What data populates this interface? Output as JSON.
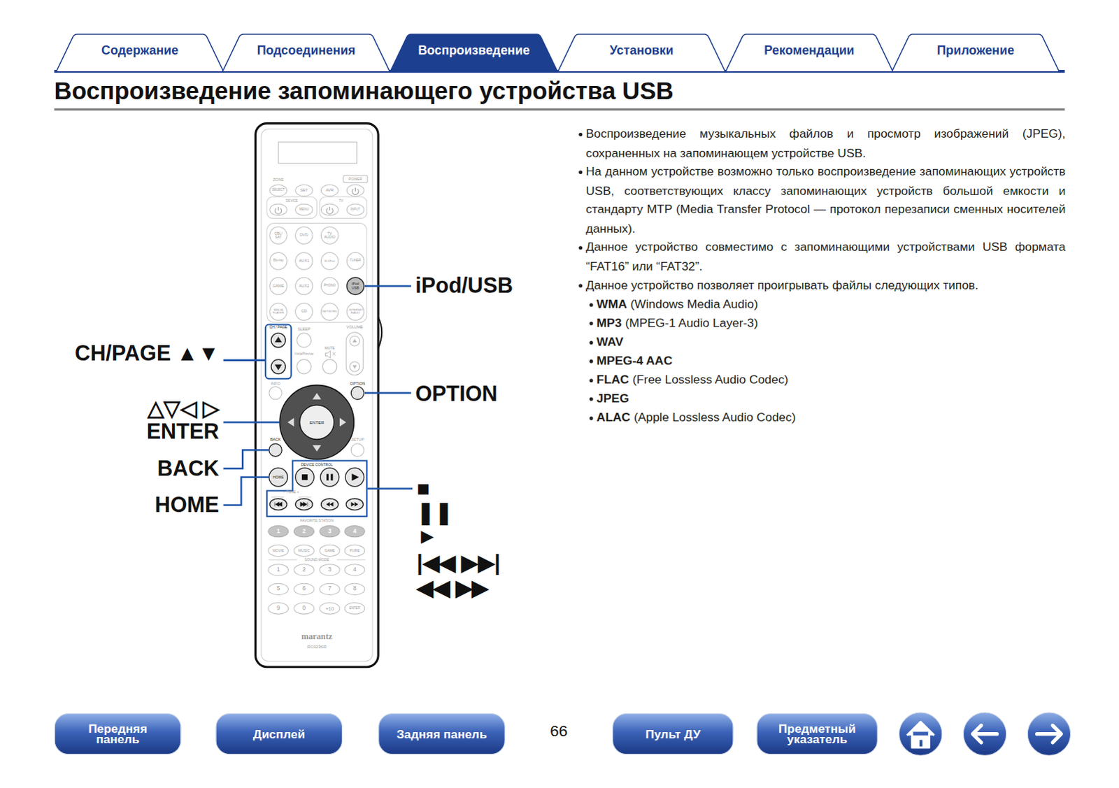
{
  "diagram": {
    "title": "Воспроизведение запоминающего устройства USB",
    "nodes": [
      {
        "text": [
          "Содержание"
        ]
      },
      {
        "text": [
          "Подсоединения"
        ]
      },
      {
        "text": [
          "Воспроизведение"
        ]
      },
      {
        "text": [
          "Установки"
        ]
      },
      {
        "text": [
          "Рекомендации"
        ]
      },
      {
        "text": [
          "Приложение"
        ]
      },
      {
        "text": [
          "Передняя панель"
        ]
      },
      {
        "text": [
          "Дисплей"
        ]
      },
      {
        "text": [
          "Задняя панель"
        ]
      },
      {
        "text": [
          "Пульт ДУ"
        ]
      },
      {
        "text": [
          "Предметный указатель"
        ]
      }
    ],
    "labels": [
      "ZONE",
      "POWER",
      "SELECT",
      "SET",
      "AVR",
      "DEVICE",
      "TV",
      "MENU",
      "INPUT",
      "CBL/ SAT",
      "DVD",
      "TV AUDIO",
      "Blu-ray",
      "AUX1",
      "M-XPort",
      "TUNER",
      "GAME",
      "AUX2",
      "PHONO",
      "iPod USB",
      "MEDIA PLAYER",
      "CD",
      "NETWORK",
      "INTERNET RADIO",
      "CH / PAGE",
      "SLEEP",
      "VOLUME",
      "InstaPrevue",
      "MUTE",
      "INFO",
      "OPTION",
      "ENTER",
      "BACK",
      "SETUP",
      "DEVICE CONTROL",
      "HOME",
      "– TUNE +",
      "FAVORITE STATION",
      "1",
      "2",
      "3",
      "4",
      "MOVIE",
      "MUSIC",
      "GAME",
      "PURE",
      "SOUND MODE",
      "1",
      "2",
      "3",
      "4",
      "5",
      "6",
      "7",
      "8",
      "9",
      "0",
      "+10",
      "ENTER",
      "marantz",
      "RC023SR",
      "iPod/USB",
      "CH/PAGE ▲▼",
      "△▽◁ ▷",
      "ENTER",
      "BACK",
      "HOME",
      "OPTION",
      "■",
      "❚❚",
      "►",
      "|◀◀ ▶▶|",
      "◀◀ ▶▶",
      "Воспроизведение музыкальных файлов и просмотр изображений (JPEG), сохраненных на запоминающем устройстве USB.",
      "На данном устройстве возможно только воспроизведение запоминающих устройств USB, соответствующих классу запоминающих устройств большой емкости и стандарту MTP (Media Transfer Protocol — протокол перезаписи сменных носителей данных).",
      "Данное устройство совместимо с запоминающими устройствами USB формата “FAT16” или “FAT32”.",
      "Данное устройство позволяет проигрывать файлы следующих типов.",
      "WMA",
      "(Windows Media Audio)",
      "MP3",
      "(MPEG-1 Audio Layer-3)",
      "WAV",
      "MPEG-4 AAC",
      "FLAC",
      "(Free Lossless Audio Codec)",
      "JPEG",
      "ALAC",
      "(Apple Lossless Audio Codec)",
      "66"
    ]
  }
}
